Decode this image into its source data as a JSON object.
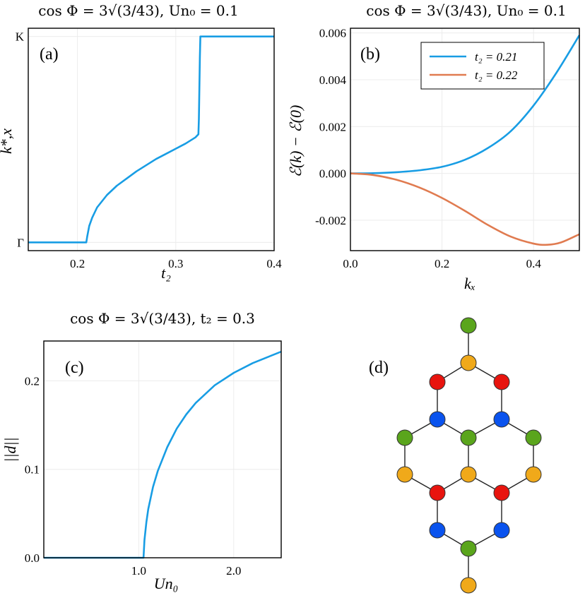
{
  "colors": {
    "series_blue": "#189de4",
    "series_orange": "#e07b50",
    "site_green": "#5aa51c",
    "site_orange": "#f0a91a",
    "site_red": "#e8140e",
    "site_blue": "#0a53ee",
    "bond": "#222222"
  },
  "chart_data": [
    {
      "id": "a",
      "type": "line",
      "title": "cos Φ = 3√(3/43), Un₀ = 0.1",
      "panel_label": "(a)",
      "xlabel": "t₂",
      "ylabel": "k*,x",
      "xlim": [
        0.15,
        0.4
      ],
      "xticks": [
        0.2,
        0.3,
        0.4
      ],
      "xtick_labels": [
        "0.2",
        "0.3",
        "0.4"
      ],
      "yticks": [
        0,
        1
      ],
      "ytick_labels": [
        "Γ",
        "K"
      ],
      "ylim": [
        -0.04,
        1.04
      ],
      "grid": true,
      "series": [
        {
          "x": [
            0.15,
            0.209,
            0.21,
            0.212,
            0.215,
            0.22,
            0.23,
            0.24,
            0.25,
            0.26,
            0.27,
            0.28,
            0.29,
            0.3,
            0.31,
            0.32,
            0.323,
            0.3235,
            0.3245,
            0.325,
            0.35,
            0.4
          ],
          "y": [
            0.0,
            0.0,
            0.03,
            0.08,
            0.12,
            0.17,
            0.23,
            0.275,
            0.31,
            0.345,
            0.375,
            0.405,
            0.43,
            0.455,
            0.48,
            0.51,
            0.525,
            0.6,
            0.9,
            1.0,
            1.0,
            1.0
          ]
        }
      ]
    },
    {
      "id": "b",
      "type": "line",
      "title": "cos Φ = 3√(3/43), Un₀ = 0.1",
      "panel_label": "(b)",
      "xlabel": "kₓ",
      "ylabel": "ℰ(k) − ℰ(0)",
      "xlim": [
        0.0,
        0.5
      ],
      "ylim": [
        -0.0033,
        0.0062
      ],
      "xticks": [
        0.0,
        0.2,
        0.4
      ],
      "xtick_labels": [
        "0.0",
        "0.2",
        "0.4"
      ],
      "yticks": [
        -0.002,
        0.0,
        0.002,
        0.004,
        0.006
      ],
      "ytick_labels": [
        "-0.002",
        "0.000",
        "0.002",
        "0.004",
        "0.006"
      ],
      "grid": true,
      "legend_position": "top-right",
      "series": [
        {
          "name": "t₂ = 0.21",
          "x": [
            0.0,
            0.05,
            0.1,
            0.15,
            0.2,
            0.25,
            0.3,
            0.35,
            0.4,
            0.45,
            0.5
          ],
          "y": [
            0.0,
            1e-05,
            5e-05,
            0.00013,
            0.00028,
            0.00058,
            0.00108,
            0.0018,
            0.0029,
            0.0043,
            0.0059
          ]
        },
        {
          "name": "t₂ = 0.22",
          "x": [
            0.0,
            0.05,
            0.1,
            0.15,
            0.2,
            0.25,
            0.3,
            0.35,
            0.4,
            0.43,
            0.46,
            0.5
          ],
          "y": [
            0.0,
            -7e-05,
            -0.00027,
            -0.0006,
            -0.00105,
            -0.0016,
            -0.0022,
            -0.0027,
            -0.003,
            -0.00305,
            -0.00295,
            -0.0026
          ]
        }
      ]
    },
    {
      "id": "c",
      "type": "line",
      "title": "cos Φ = 3√(3/43), t₂ = 0.3",
      "panel_label": "(c)",
      "xlabel": "Un₀",
      "ylabel": "||d||",
      "xlim": [
        0.0,
        2.5
      ],
      "ylim": [
        0.0,
        0.245
      ],
      "xticks": [
        1.0,
        2.0
      ],
      "xtick_labels": [
        "1.0",
        "2.0"
      ],
      "yticks": [
        0.0,
        0.1,
        0.2
      ],
      "ytick_labels": [
        "0.0",
        "0.1",
        "0.2"
      ],
      "grid": true,
      "series": [
        {
          "x": [
            0.0,
            1.05,
            1.06,
            1.08,
            1.1,
            1.15,
            1.2,
            1.3,
            1.4,
            1.5,
            1.6,
            1.8,
            2.0,
            2.2,
            2.5
          ],
          "y": [
            0.0,
            0.0,
            0.02,
            0.04,
            0.055,
            0.08,
            0.098,
            0.125,
            0.146,
            0.162,
            0.175,
            0.195,
            0.209,
            0.22,
            0.233
          ]
        }
      ]
    }
  ],
  "lattice": {
    "panel_label": "(d)",
    "sites": [
      {
        "c": "green"
      },
      {
        "c": "orange"
      },
      {
        "c": "red"
      },
      {
        "c": "red"
      },
      {
        "c": "blue"
      },
      {
        "c": "blue"
      },
      {
        "c": "green"
      },
      {
        "c": "green"
      },
      {
        "c": "green"
      },
      {
        "c": "orange"
      },
      {
        "c": "orange"
      },
      {
        "c": "orange"
      },
      {
        "c": "red"
      },
      {
        "c": "red"
      },
      {
        "c": "blue"
      },
      {
        "c": "blue"
      },
      {
        "c": "green"
      },
      {
        "c": "orange"
      }
    ]
  }
}
